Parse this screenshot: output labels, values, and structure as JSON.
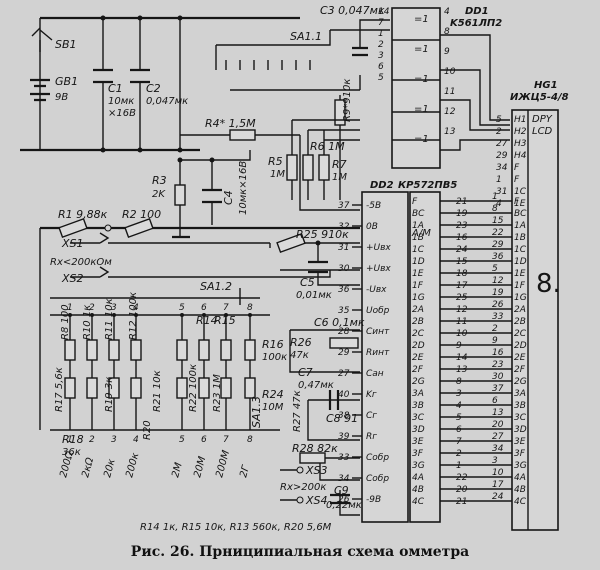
{
  "caption": "Рис. 26. Прниципиальная схема омметра",
  "components": {
    "sb1": "SB1",
    "gb1": "GB1",
    "gb1_val": "9B",
    "c1": "C1",
    "c1_val1": "10мк",
    "c1_val2": "×16B",
    "c2": "C2",
    "c2_val": "0,047мк",
    "c3": "C3 0,047мк",
    "sa11": "SA1.1",
    "sa12": "SA1.2",
    "sa13": "SA1.3",
    "r4": "R4* 1,5M",
    "r9": "R9*910к",
    "r5": "R5",
    "r5_val": "1M",
    "r6": "R6 1M",
    "r7": "R7",
    "r7_val": "1M",
    "r3": "R3",
    "r3_val": "2K",
    "c4": "C4",
    "c4_val": "10мк×16B",
    "r1": "R1 9,88к",
    "r2": "R2 100",
    "xs1": "XS1",
    "rx_range": "Rx<200кОм",
    "xs2": "XS2",
    "r25": "R25 910к",
    "c5": "C5",
    "c5_val": "0,01мк",
    "r8": "R8 100",
    "r11": "R11 10к",
    "r12": "R12 100к",
    "r10": "R10 1к",
    "r17": "R17 5,6к",
    "r18": "R18",
    "r18_val": "36к",
    "r19": "R19 3к",
    "r20": "R20",
    "r21": "R21 10к",
    "r22": "R22 100к",
    "r23": "R23 1M",
    "r14": "R14",
    "r15": "R15",
    "r16": "R16",
    "r16_val": "100к",
    "r24": "R24",
    "r24_val": "10M",
    "r26": "R26",
    "r26_val": "47к",
    "r27": "R27 47к",
    "c6": "C6 0,1мк",
    "c7": "C7",
    "c7_val": "0,47мк",
    "c8": "C8 91",
    "r28": "R28 82к",
    "c9": "C9",
    "c9_val": "0,22мк",
    "xs3": "XS3",
    "xs4": "XS4",
    "rx_high": "Rx>200к",
    "dd1": "DD1",
    "dd1_type": "K561ЛП2",
    "dd2": "DD2",
    "dd2_type": "КР572ПВ5",
    "dd2_func": "A/M",
    "hg1": "HG1",
    "hg1_type": "ИЖЦ5-4/8",
    "hg1_dpy": "DPY",
    "hg1_lcd": "LCD",
    "hg1_digit": "8.",
    "footnote": "R14 1к, R15 10к, R13 560к, R20 5,6M"
  },
  "range_labels": [
    "200Ω",
    "2кΩ",
    "20к",
    "200к",
    "2M",
    "20M",
    "200M",
    "2Г"
  ],
  "switch_positions": [
    "1",
    "2",
    "3",
    "4",
    "5",
    "6",
    "7",
    "8"
  ],
  "dd1_gates": [
    "=1",
    "=1",
    "=1",
    "=1",
    "=1"
  ],
  "dd1_pins": [
    "14",
    "7",
    "1",
    "2",
    "3",
    "6",
    "5",
    "4",
    "8",
    "9",
    "10",
    "11",
    "12",
    "13"
  ],
  "dd2_left_pins": [
    {
      "pin": "37",
      "name": "-5B"
    },
    {
      "pin": "32",
      "name": "0B"
    },
    {
      "pin": "31",
      "name": "+Uвх"
    },
    {
      "pin": "30",
      "name": "+Uвх"
    },
    {
      "pin": "36",
      "name": "-Uвх"
    },
    {
      "pin": "35",
      "name": "Uобр"
    },
    {
      "pin": "28",
      "name": "Cинт"
    },
    {
      "pin": "29",
      "name": "Rинт"
    },
    {
      "pin": "27",
      "name": "Cан"
    },
    {
      "pin": "40",
      "name": "Kг"
    },
    {
      "pin": "38",
      "name": "Cг"
    },
    {
      "pin": "39",
      "name": "Rг"
    },
    {
      "pin": "33",
      "name": "Cобр"
    },
    {
      "pin": "34",
      "name": "Cобр"
    },
    {
      "pin": "26",
      "name": "-9B"
    }
  ],
  "dd2_right_pins": [
    {
      "pin": "21",
      "name": "F"
    },
    {
      "pin": "19",
      "name": "BC"
    },
    {
      "pin": "23",
      "name": "1A"
    },
    {
      "pin": "16",
      "name": "1B"
    },
    {
      "pin": "24",
      "name": "1C"
    },
    {
      "pin": "15",
      "name": "1D"
    },
    {
      "pin": "18",
      "name": "1E"
    },
    {
      "pin": "17",
      "name": "1F"
    },
    {
      "pin": "25",
      "name": "1G"
    },
    {
      "pin": "12",
      "name": "2A"
    },
    {
      "pin": "11",
      "name": "2B"
    },
    {
      "pin": "10",
      "name": "2C"
    },
    {
      "pin": "9",
      "name": "2D"
    },
    {
      "pin": "14",
      "name": "2E"
    },
    {
      "pin": "13",
      "name": "2F"
    },
    {
      "pin": "8",
      "name": "2G"
    },
    {
      "pin": "3",
      "name": "3A"
    },
    {
      "pin": "4",
      "name": "3B"
    },
    {
      "pin": "5",
      "name": "3C"
    },
    {
      "pin": "6",
      "name": "3D"
    },
    {
      "pin": "7",
      "name": "3E"
    },
    {
      "pin": "2",
      "name": "3F"
    },
    {
      "pin": "1",
      "name": "3G"
    },
    {
      "pin": "22",
      "name": "4A"
    },
    {
      "pin": "20",
      "name": "4B"
    },
    {
      "pin": "21",
      "name": "4C"
    }
  ],
  "hg1_pins": [
    {
      "pin": "5",
      "name": "H1"
    },
    {
      "pin": "2",
      "name": "H2"
    },
    {
      "pin": "27",
      "name": "H3"
    },
    {
      "pin": "29",
      "name": "H4"
    },
    {
      "pin": "34",
      "name": "F"
    },
    {
      "pin": "1",
      "name": "F"
    },
    {
      "pin": "31",
      "name": "1C"
    },
    {
      "pin": "4",
      "name": "1E"
    }
  ]
}
